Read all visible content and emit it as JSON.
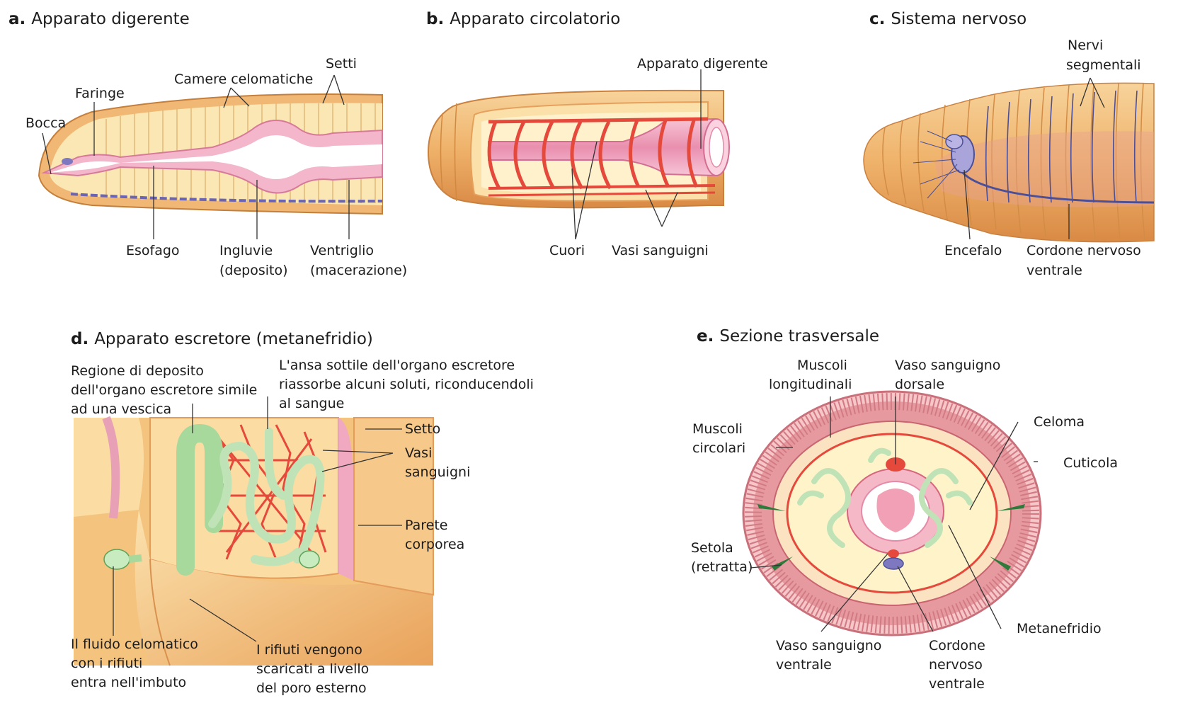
{
  "panels": {
    "a": {
      "letter": "a.",
      "title": "Apparato digerente",
      "labels": {
        "bocca": "Bocca",
        "faringe": "Faringe",
        "camere": "Camere celomatiche",
        "setti": "Setti",
        "esofago": "Esofago",
        "ingluvie_1": "Ingluvie",
        "ingluvie_2": "(deposito)",
        "ventriglio_1": "Ventriglio",
        "ventriglio_2": "(macerazione)"
      }
    },
    "b": {
      "letter": "b.",
      "title": "Apparato circolatorio",
      "labels": {
        "digerente": "Apparato digerente",
        "cuori": "Cuori",
        "vasi": "Vasi sanguigni"
      }
    },
    "c": {
      "letter": "c.",
      "title": "Sistema nervoso",
      "labels": {
        "nervi_1": "Nervi",
        "nervi_2": "segmentali",
        "encefalo": "Encefalo",
        "cordone_1": "Cordone nervoso",
        "cordone_2": "ventrale"
      }
    },
    "d": {
      "letter": "d.",
      "title": "Apparato escretore (metanefridio)",
      "labels": {
        "regione_1": "Regione di deposito",
        "regione_2": "dell'organo escretore simile",
        "regione_3": "ad una vescica",
        "ansa_1": "L'ansa sottile dell'organo escretore",
        "ansa_2": "riassorbe alcuni soluti, riconducendoli",
        "ansa_3": "al sangue",
        "setto": "Setto",
        "vasi_1": "Vasi",
        "vasi_2": "sanguigni",
        "parete_1": "Parete",
        "parete_2": "corporea",
        "fluido_1": "Il fluido celomatico",
        "fluido_2": "con i rifiuti",
        "fluido_3": "entra nell'imbuto",
        "rifiuti_1": "I rifiuti vengono",
        "rifiuti_2": "scaricati a livello",
        "rifiuti_3": "del poro esterno"
      }
    },
    "e": {
      "letter": "e.",
      "title": "Sezione trasversale",
      "labels": {
        "muscoli_long_1": "Muscoli",
        "muscoli_long_2": "longitudinali",
        "vaso_dorsale_1": "Vaso sanguigno",
        "vaso_dorsale_2": "dorsale",
        "muscoli_circ_1": "Muscoli",
        "muscoli_circ_2": "circolari",
        "celoma": "Celoma",
        "cuticola": "Cuticola",
        "setola_1": "Setola",
        "setola_2": "(retratta)",
        "metanefridio": "Metanefridio",
        "vaso_ventrale_1": "Vaso sanguigno",
        "vaso_ventrale_2": "ventrale",
        "cordone_1": "Cordone",
        "cordone_2": "nervoso",
        "cordone_3": "ventrale"
      }
    }
  },
  "colors": {
    "body": "#f2c27a",
    "body_dark": "#e09c55",
    "inner": "#fbe6a8",
    "gut": "#f1a9c2",
    "gut_light": "#fbd7e3",
    "vessel": "#e5493b",
    "nerve": "#4a4f98",
    "nephridium": "#bfe3b6"
  }
}
